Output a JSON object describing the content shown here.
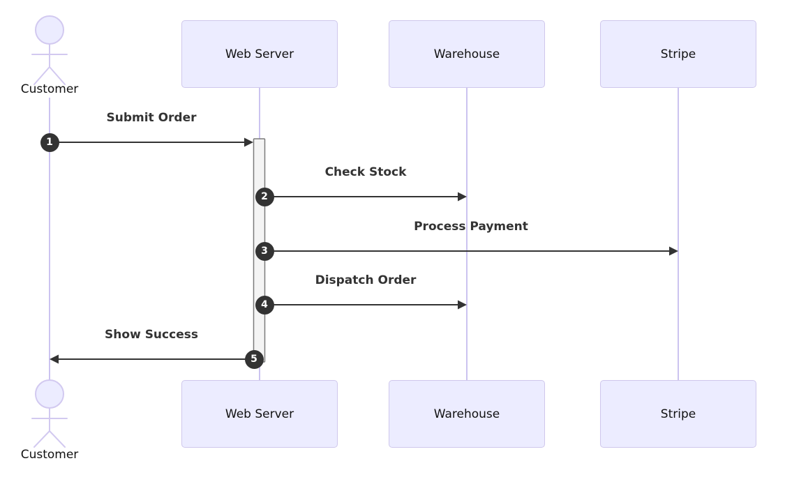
{
  "colors": {
    "background": "#ffffff",
    "box_fill": "#ECECFF",
    "box_border": "#CFC7EC",
    "lifeline": "#CBC3F0",
    "actor_stroke": "#D2C9F0",
    "activation_fill": "#F4F4F4",
    "activation_border": "#7A7A7A",
    "arrow": "#333333",
    "badge_fill": "#333333",
    "badge_text": "#FFFFFF",
    "message_text": "#333333",
    "label_text": "#111111"
  },
  "diagram": {
    "type": "sequence",
    "actor": {
      "name": "Customer"
    },
    "participants": [
      {
        "name": "Web Server"
      },
      {
        "name": "Warehouse"
      },
      {
        "name": "Stripe"
      }
    ],
    "messages": [
      {
        "seq": "1",
        "from": "Customer",
        "to": "Web Server",
        "label": "Submit Order"
      },
      {
        "seq": "2",
        "from": "Web Server",
        "to": "Warehouse",
        "label": "Check Stock"
      },
      {
        "seq": "3",
        "from": "Web Server",
        "to": "Stripe",
        "label": "Process Payment"
      },
      {
        "seq": "4",
        "from": "Web Server",
        "to": "Warehouse",
        "label": "Dispatch Order"
      },
      {
        "seq": "5",
        "from": "Web Server",
        "to": "Customer",
        "label": "Show Success"
      }
    ],
    "activation": {
      "participant": "Web Server",
      "from_seq": "1",
      "to_seq": "5"
    }
  }
}
